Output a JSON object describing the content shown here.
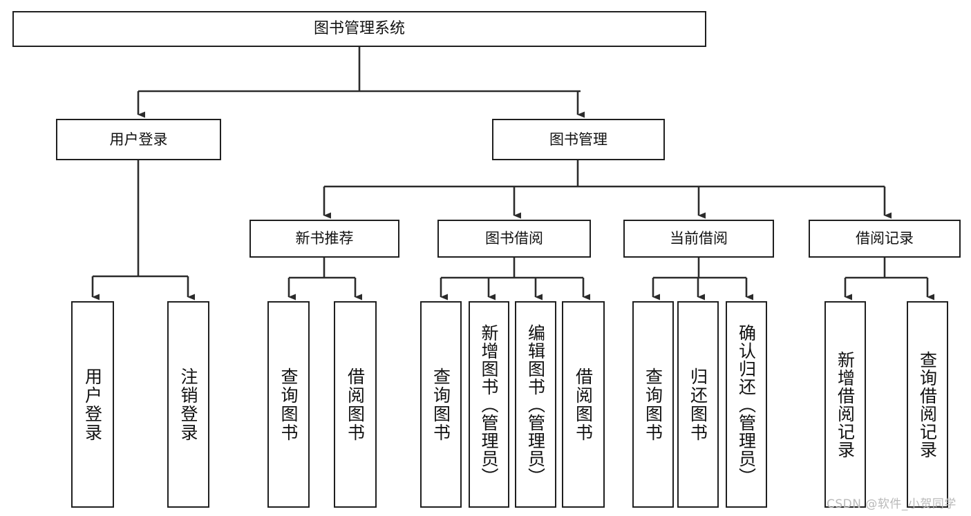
{
  "diagram": {
    "type": "tree-hierarchy",
    "title": "图书管理系统",
    "watermark": "CSDN @软件_小贺同学",
    "colors": {
      "stroke": "#1f1f1f",
      "fill": "#ffffff",
      "text": "#111111",
      "watermark": "#b9b9b9"
    },
    "levels": [
      {
        "level": 1,
        "nodes": [
          {
            "id": "root",
            "label": "图书管理系统",
            "orientation": "horizontal"
          }
        ]
      },
      {
        "level": 2,
        "nodes": [
          {
            "id": "user-login",
            "label": "用户登录",
            "orientation": "horizontal",
            "parent": "root"
          },
          {
            "id": "book-manage",
            "label": "图书管理",
            "orientation": "horizontal",
            "parent": "root"
          }
        ]
      },
      {
        "level": 3,
        "nodes": [
          {
            "id": "new-book-recommend",
            "label": "新书推荐",
            "orientation": "horizontal",
            "parent": "book-manage"
          },
          {
            "id": "book-borrow",
            "label": "图书借阅",
            "orientation": "horizontal",
            "parent": "book-manage"
          },
          {
            "id": "current-borrow",
            "label": "当前借阅",
            "orientation": "horizontal",
            "parent": "book-manage"
          },
          {
            "id": "borrow-record",
            "label": "借阅记录",
            "orientation": "horizontal",
            "parent": "book-manage"
          }
        ]
      },
      {
        "level": 4,
        "nodes": [
          {
            "id": "leaf-user-login",
            "label": "用户登录",
            "orientation": "vertical",
            "parent": "user-login"
          },
          {
            "id": "leaf-logout-login",
            "label": "注销登录",
            "orientation": "vertical",
            "parent": "user-login"
          },
          {
            "id": "leaf-query-book-1",
            "label": "查询图书",
            "orientation": "vertical",
            "parent": "new-book-recommend"
          },
          {
            "id": "leaf-borrow-book-1",
            "label": "借阅图书",
            "orientation": "vertical",
            "parent": "new-book-recommend"
          },
          {
            "id": "leaf-query-book-2",
            "label": "查询图书",
            "orientation": "vertical",
            "parent": "book-borrow"
          },
          {
            "id": "leaf-add-book-admin",
            "label": "新增图书（管理员）",
            "orientation": "vertical",
            "parent": "book-borrow"
          },
          {
            "id": "leaf-edit-book-admin",
            "label": "编辑图书（管理员）",
            "orientation": "vertical",
            "parent": "book-borrow"
          },
          {
            "id": "leaf-borrow-book-2",
            "label": "借阅图书",
            "orientation": "vertical",
            "parent": "book-borrow"
          },
          {
            "id": "leaf-query-book-3",
            "label": "查询图书",
            "orientation": "vertical",
            "parent": "current-borrow"
          },
          {
            "id": "leaf-return-book",
            "label": "归还图书",
            "orientation": "vertical",
            "parent": "current-borrow"
          },
          {
            "id": "leaf-confirm-return-admin",
            "label": "确认归还（管理员）",
            "orientation": "vertical",
            "parent": "current-borrow"
          },
          {
            "id": "leaf-add-borrow-record",
            "label": "新增借阅记录",
            "orientation": "vertical",
            "parent": "borrow-record"
          },
          {
            "id": "leaf-query-borrow-record",
            "label": "查询借阅记录",
            "orientation": "vertical",
            "parent": "borrow-record"
          }
        ]
      }
    ]
  }
}
